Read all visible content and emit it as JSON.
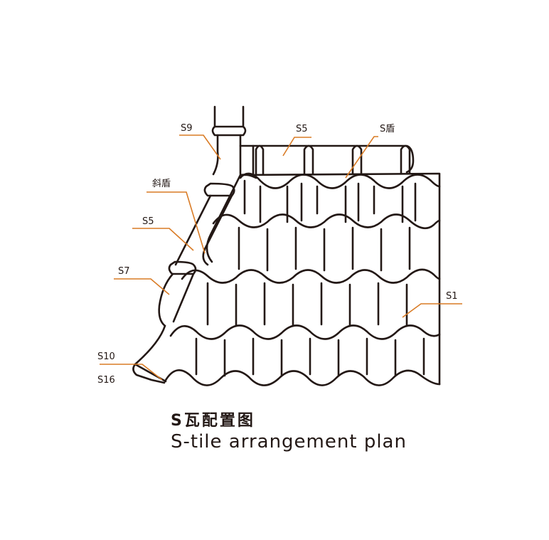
{
  "colors": {
    "stroke": "#231815",
    "leader": "#d97b25",
    "background": "#ffffff"
  },
  "labels": {
    "s9": "S9",
    "s5_top": "S5",
    "s_shield": "S盾",
    "oblique_shield": "斜盾",
    "s5_side": "S5",
    "s7": "S7",
    "s1": "S1",
    "s10": "S10",
    "s16": "S16"
  },
  "caption": {
    "title_cn": "S瓦配置图",
    "title_en": "S-tile arrangement plan"
  }
}
